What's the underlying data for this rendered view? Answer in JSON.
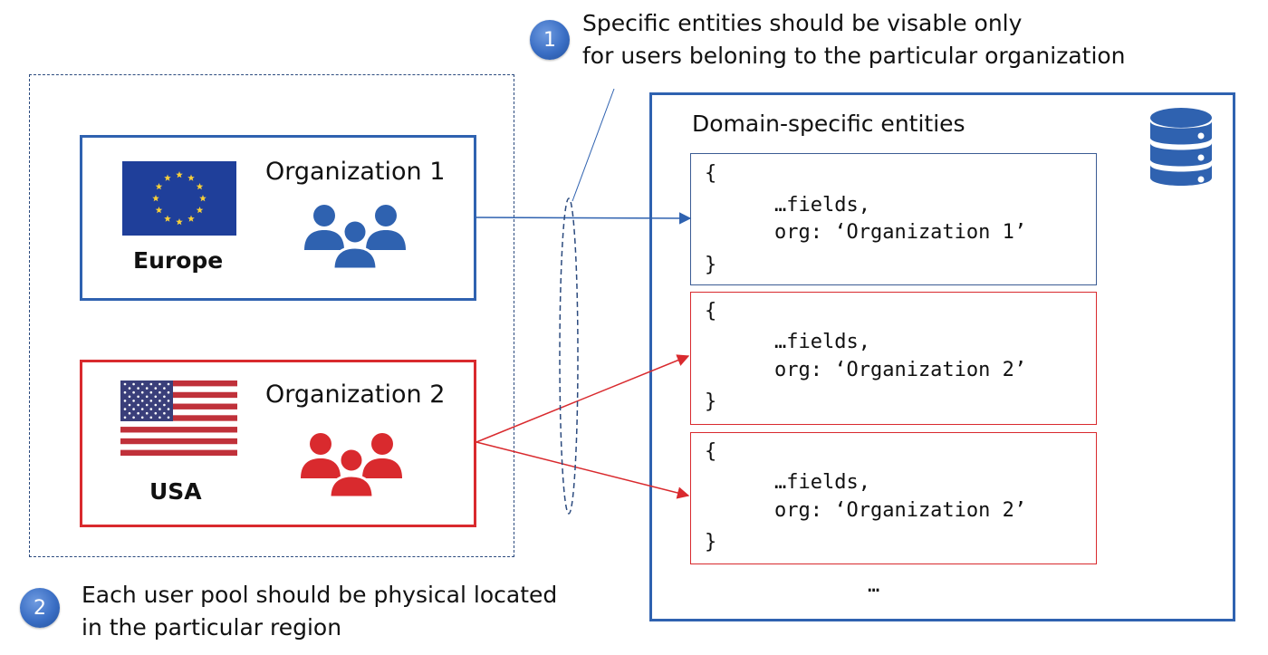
{
  "note1": {
    "number": "1",
    "line1": "Specific entities should be visable only",
    "line2": "for users beloning to the particular organization"
  },
  "note2": {
    "number": "2",
    "line1": "Each user pool should be physical located",
    "line2": " in the particular region"
  },
  "orgs": [
    {
      "name": "Organization 1",
      "region": "Europe",
      "color": "#2f62b0",
      "flag": "eu-flag",
      "icon": "users-icon"
    },
    {
      "name": "Organization 2",
      "region": "USA",
      "color": "#d92a2e",
      "flag": "us-flag",
      "icon": "users-icon"
    }
  ],
  "domain": {
    "title": "Domain-specific entities",
    "icon": "database-icon",
    "ellipsis": "…",
    "entities": [
      {
        "open": "{",
        "fields": "…fields,",
        "org": "org: ‘Organization 1’",
        "close": "}",
        "color": "#2f62b0"
      },
      {
        "open": "{",
        "fields": "…fields,",
        "org": "org: ‘Organization 2’",
        "close": "}",
        "color": "#d92a2e"
      },
      {
        "open": "{",
        "fields": "…fields,",
        "org": "org: ‘Organization 2’",
        "close": "}",
        "color": "#d92a2e"
      }
    ]
  }
}
